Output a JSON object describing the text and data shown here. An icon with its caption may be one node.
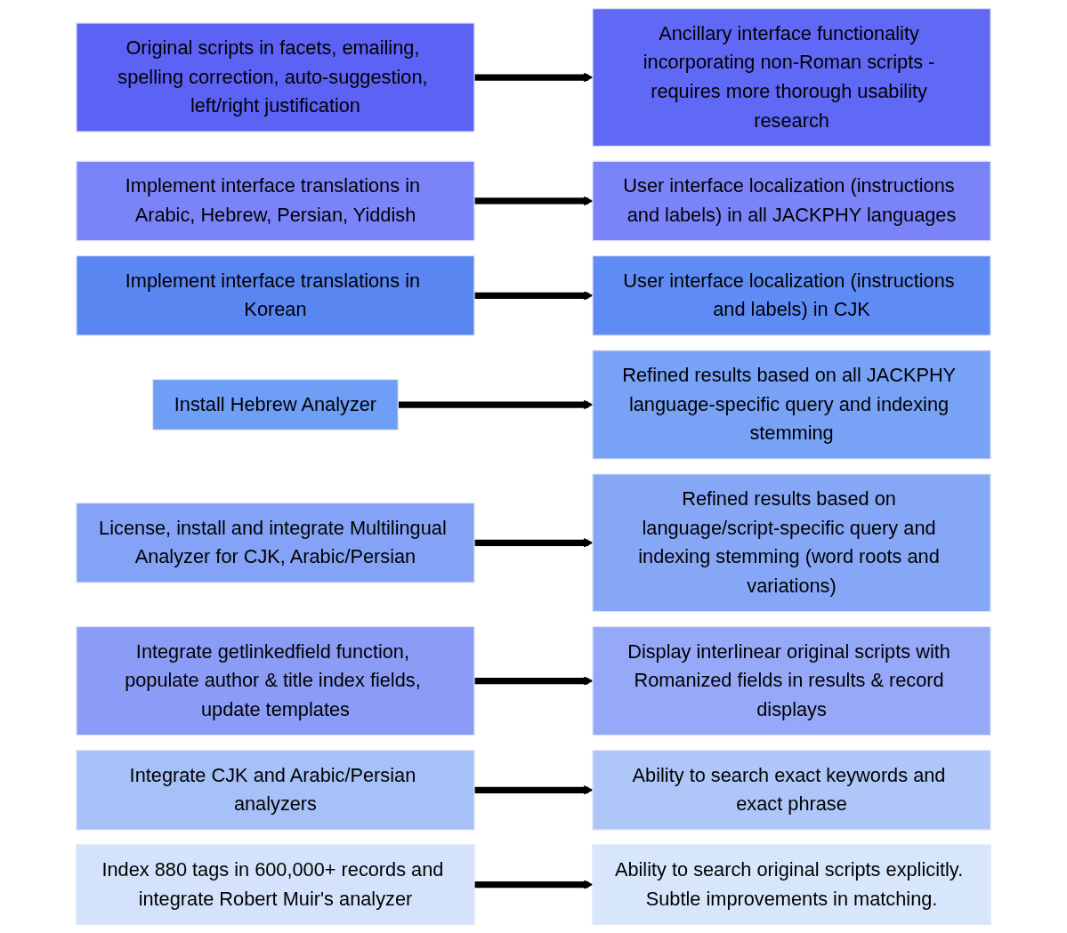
{
  "diagram": {
    "nodes": [
      {
        "text": [
          "Original scripts in facets, emailing, spelling correction, auto-suggestion, left/right justification"
        ]
      },
      {
        "text": [
          "Implement interface translations in Arabic, Hebrew, Persian, Yiddish"
        ]
      },
      {
        "text": [
          "Implement interface translations in Korean"
        ]
      },
      {
        "text": [
          "Install Hebrew Analyzer"
        ]
      },
      {
        "text": [
          "License, install and integrate Multilingual Analyzer for CJK, Arabic/Persian"
        ]
      },
      {
        "text": [
          "Integrate getlinkedfield function, populate author & title index fields, update templates"
        ]
      },
      {
        "text": [
          "Integrate CJK and Arabic/Persian analyzers"
        ]
      },
      {
        "text": [
          "Index 880 tags in 600,000+ records and integrate Robert Muir's analyzer"
        ]
      },
      {
        "text": [
          "Ancillary interface functionality incorporating non-Roman scripts - requires more thorough usability research"
        ]
      },
      {
        "text": [
          "User interface localization (instructions and labels) in all JACKPHY languages"
        ]
      },
      {
        "text": [
          "User interface localization (instructions and labels) in CJK"
        ]
      },
      {
        "text": [
          "Refined results based on all JACKPHY language-specific query and indexing stemming"
        ]
      },
      {
        "text": [
          "Refined results based on language/script-specific query and indexing stemming (word roots and variations)"
        ]
      },
      {
        "text": [
          "Display interlinear original scripts with Romanized fields in results & record displays"
        ]
      },
      {
        "text": [
          "Ability to search exact keywords and exact phrase"
        ]
      },
      {
        "text": [
          "Ability to search original scripts explicitly. Subtle improvements in matching."
        ]
      }
    ],
    "edges": [
      {
        "from": 0,
        "to": 8,
        "arrow": "to"
      },
      {
        "from": 1,
        "to": 9,
        "arrow": "to"
      },
      {
        "from": 2,
        "to": 10,
        "arrow": "to"
      },
      {
        "from": 3,
        "to": 11,
        "arrow": "to"
      },
      {
        "from": 4,
        "to": 12,
        "arrow": "to"
      },
      {
        "from": 5,
        "to": 13,
        "arrow": "to"
      },
      {
        "from": 6,
        "to": 14,
        "arrow": "to"
      },
      {
        "from": 7,
        "to": 15,
        "arrow": "to"
      }
    ]
  }
}
